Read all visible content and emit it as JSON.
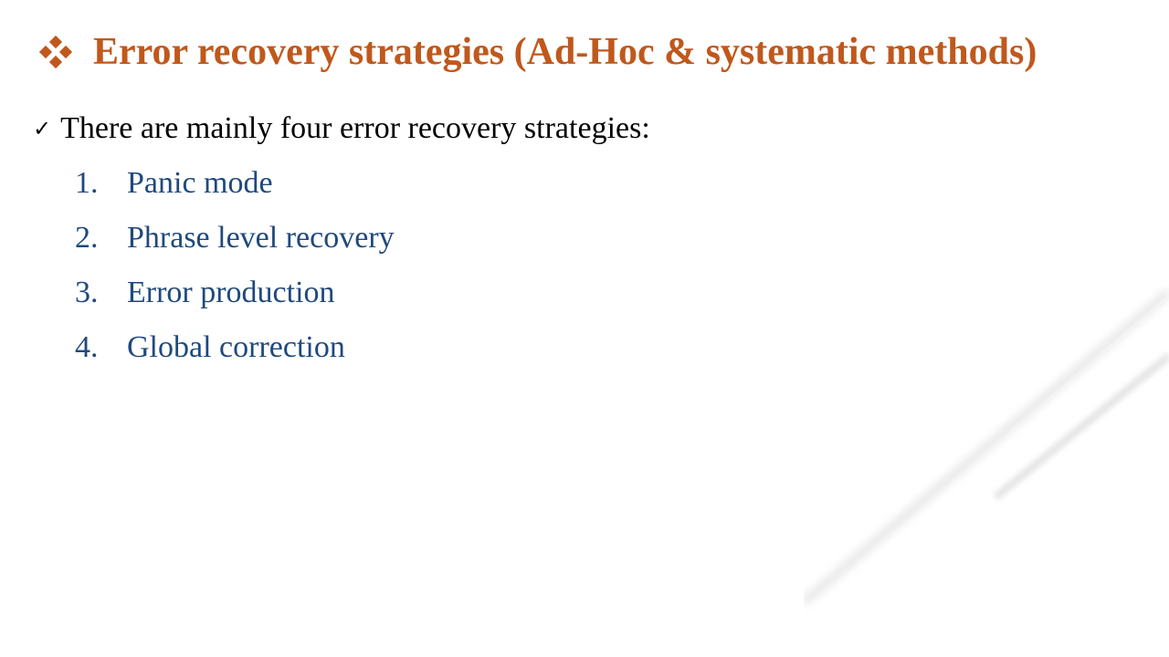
{
  "slide": {
    "title": "Error recovery strategies (Ad-Hoc & systematic methods)",
    "title_color": "#C0581C",
    "bullet_icon": "four-diamond-icon",
    "intro_icon": "check-icon",
    "intro_glyph": "✓",
    "intro_text": "There are mainly four error recovery strategies:",
    "list_color": "#1F497D",
    "items": [
      {
        "num": "1.",
        "label": "Panic mode"
      },
      {
        "num": "2.",
        "label": "Phrase level recovery"
      },
      {
        "num": "3.",
        "label": "Error production"
      },
      {
        "num": "4.",
        "label": "Global correction"
      }
    ]
  }
}
